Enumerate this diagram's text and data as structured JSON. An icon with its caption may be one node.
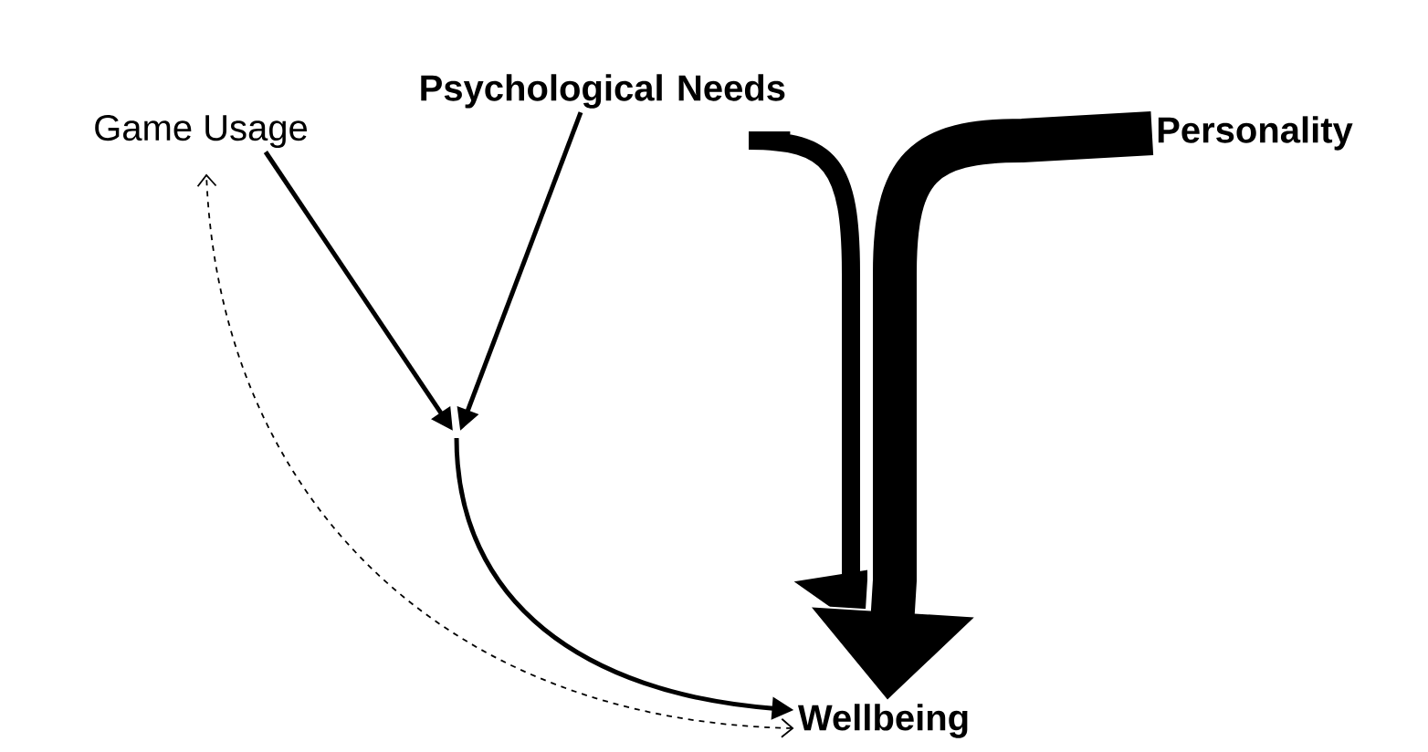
{
  "diagram": {
    "nodes": [
      {
        "text": [
          "Game Usage"
        ]
      },
      {
        "text": [
          "Psychological Needs"
        ]
      },
      {
        "text": [
          "Personality"
        ]
      },
      {
        "text": [
          "Wellbeing"
        ]
      }
    ],
    "edges": [
      {
        "from": 0,
        "to": null,
        "arrow": "to"
      },
      {
        "from": 1,
        "to": null,
        "arrow": "to"
      },
      {
        "from": null,
        "to": 3,
        "arrow": "to"
      },
      {
        "from": 1,
        "to": 3,
        "arrow": "to",
        "style": "thick"
      },
      {
        "from": 2,
        "to": 3,
        "arrow": "to",
        "style": "thick"
      },
      {
        "from": 3,
        "to": 0,
        "arrow": "both",
        "style": "dashed"
      }
    ]
  }
}
